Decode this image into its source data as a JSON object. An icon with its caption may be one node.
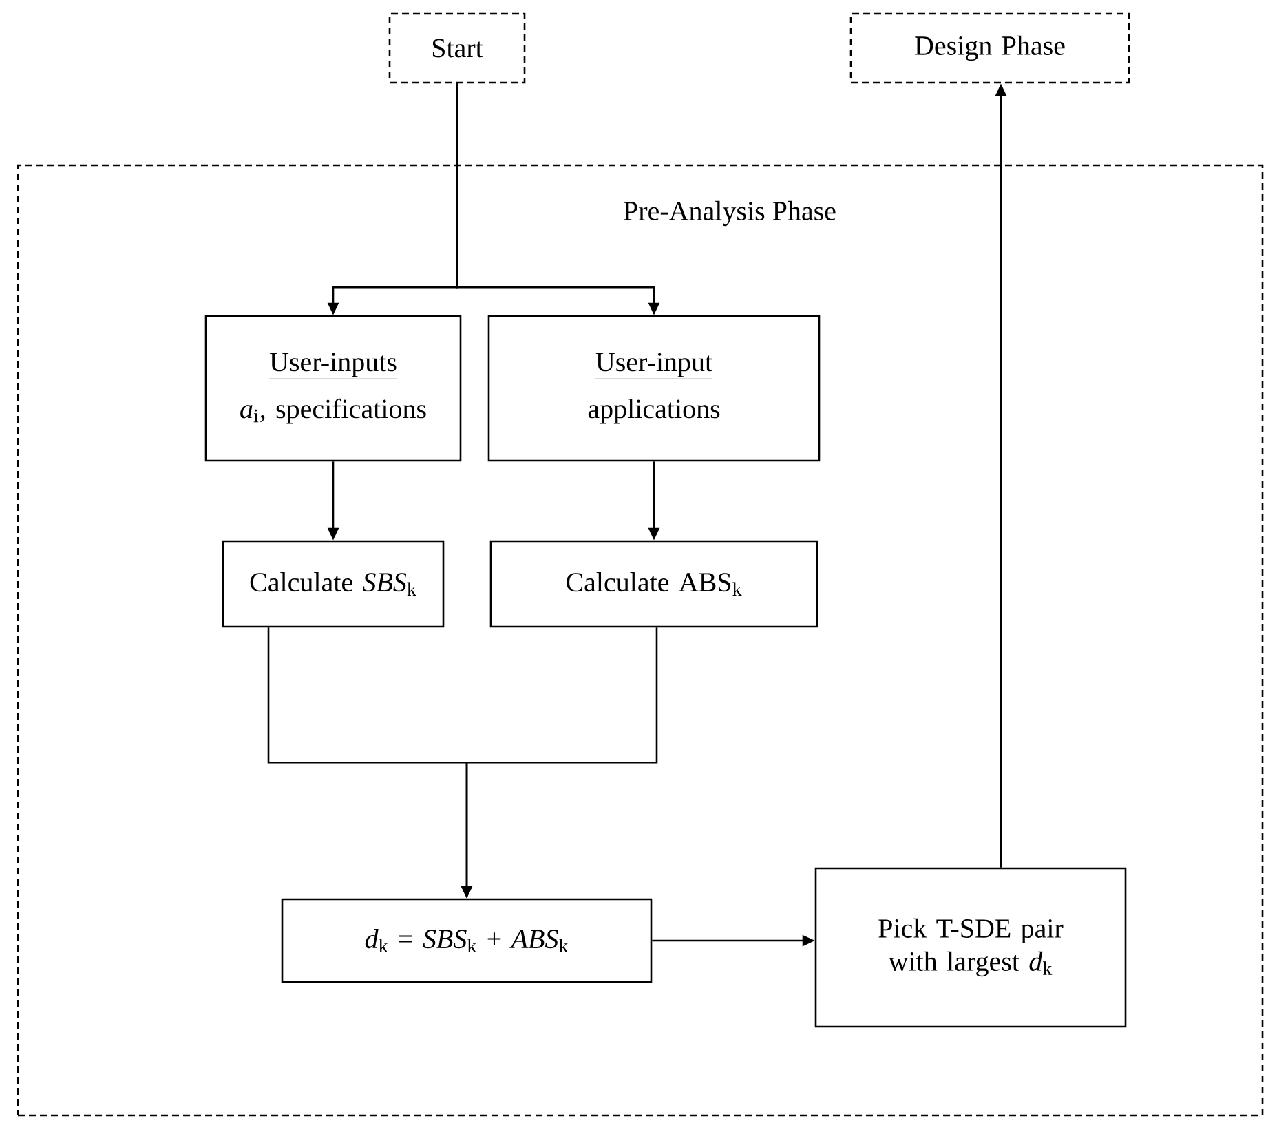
{
  "diagram": {
    "nodes": [
      {
        "text": [
          "Start"
        ]
      },
      {
        "text": [
          "Design Phase"
        ]
      },
      {
        "text": [
          "Pre-Analysis Phase"
        ]
      },
      {
        "text": [
          "User-inputs",
          "*a*$_{i}$, specifications"
        ],
        "in": 2
      },
      {
        "text": [
          "User-input",
          "applications"
        ],
        "in": 2
      },
      {
        "text": [
          "Calculate *SBS*$_{k}$"
        ],
        "in": 2
      },
      {
        "text": [
          "Calculate ABS$_{k}$"
        ],
        "in": 2
      },
      {
        "text": [
          "*d*$_{k}$ = *SBS*$_{k}$ + *ABS*$_{k}$"
        ],
        "in": 2
      },
      {
        "text": [
          "Pick T-SDE pair with largest *d*$_{k}$"
        ],
        "in": 2
      }
    ],
    "edges": [
      {
        "from": 0,
        "to": 3,
        "arrow": "to"
      },
      {
        "from": 0,
        "to": 4,
        "arrow": "to"
      },
      {
        "from": 3,
        "to": 5,
        "arrow": "to"
      },
      {
        "from": 4,
        "to": 6,
        "arrow": "to"
      },
      {
        "from": 5,
        "to": 7,
        "arrow": "to"
      },
      {
        "from": 6,
        "to": 7,
        "arrow": "to"
      },
      {
        "from": 7,
        "to": 8,
        "arrow": "to"
      },
      {
        "from": 8,
        "to": 1,
        "arrow": "to"
      }
    ]
  }
}
